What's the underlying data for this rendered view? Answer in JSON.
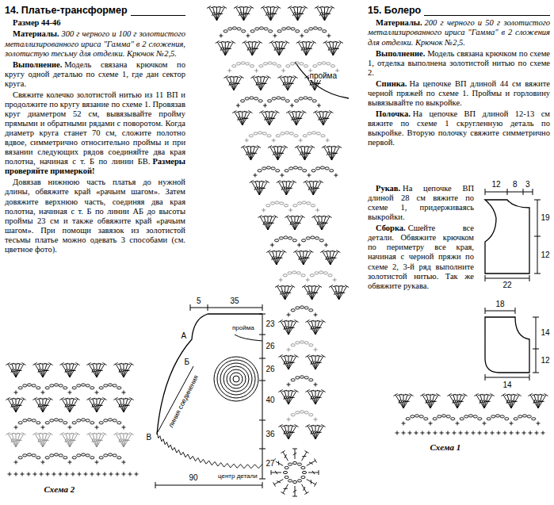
{
  "diagram": {
    "labels": [
      "14. Платье-трансформер",
      "Размер 44-46",
      "Материалы.",
      "300 г черного и 100 г золотистого металлизированного ириса \"Гамма\" в 2 сложения, золотистую тесьму для отделки. Крючок №2,5.",
      "Выполнение.",
      "Модель связана крючком по кругу одной деталью по схеме 1, где дан сектор круга.",
      "Свяжите колечко золотистой нитью из 11 ВП и продолжите по кругу вязание по схеме 1. Провязав круг диаметром 52 см, вывязывайте пройму прямыми и обратными рядами с поворотом. Когда диаметр круга станет 70 см, сложите полотно вдвое, симметрично относительно проймы и при вязании следующих рядов соединяйте два края полотна, начиная с т. Б по линии БВ.",
      "Размеры проверяйте примеркой!",
      "Довязав нижнюю часть платья до нужной длины, обвяжите край «рачьим шагом». Затем довяжите верхнюю часть, соединяя два края полотна, начиная с т. Б по линии АБ до высоты проймы 23 см и также обвяжите край «рачьим шагом». При помощи завязок из золотистой тесьмы платье можно одевать 3 способами (см. цветное фото).",
      "15. Болеро",
      "Материалы.",
      "200 г черного и 50 г золотистого металлизированного ириса \"Гамма\" в 2 сложения для отделки. Крючок №2,5.",
      "Выполнение.",
      "Модель связана крючком по схеме 1, отделка выполнена золотистой нитью по схеме 2.",
      "Спинка.",
      "На цепочке ВП длиной 44 см вяжите черной пряжей по схеме 1. Проймы и горловину вывязывайте по выкройке.",
      "Полочка.",
      "На цепочке ВП длиной 12-13 см вяжите по схеме 1 скругленную деталь по выкройке. Вторую полочку свяжите симметрично первой.",
      "Рукав.",
      "На цепочке ВП длиной 28 см вяжите по схеме 1, придерживаясь выкройки.",
      "Сборка.",
      "Сшейте все детали. Обвяжите крючком по периметру все края, начиная с черной пряжи по схеме 2, 3-й ряд выполните золотистой нитью. Так же обвяжите рукава.",
      "пройма",
      "12",
      "8",
      "3",
      "19",
      "12",
      "22",
      "18",
      "14",
      "12",
      "14",
      "5",
      "35",
      "23",
      "пройма",
      "26",
      "26",
      "40",
      "36",
      "27",
      "А",
      "Б",
      "В",
      "линия соединения",
      "центр детали",
      "90",
      "Схема 2",
      "Схема 1"
    ]
  }
}
